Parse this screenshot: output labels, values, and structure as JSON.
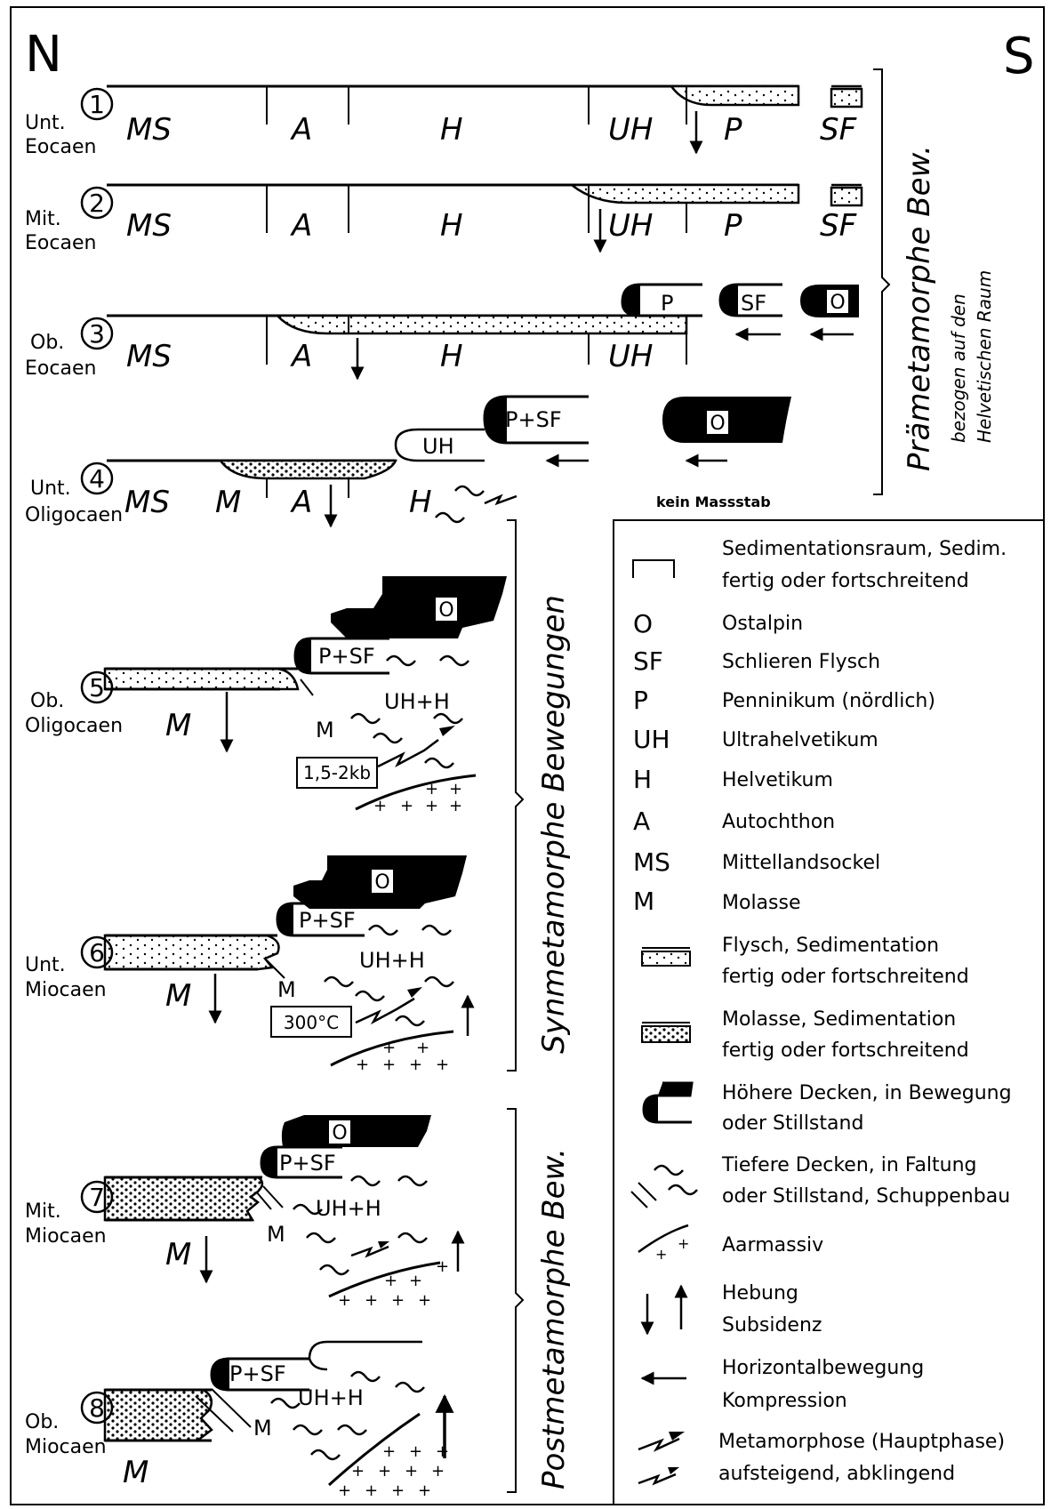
{
  "compass": {
    "north": "N",
    "south": "S"
  },
  "stages": [
    {
      "num": "1",
      "label1": "Unt.",
      "label2": "Eocaen"
    },
    {
      "num": "2",
      "label1": "Mit.",
      "label2": "Eocaen"
    },
    {
      "num": "3",
      "label1": "Ob.",
      "label2": "Eocaen"
    },
    {
      "num": "4",
      "label1": "Unt.",
      "label2": "Oligocaen"
    },
    {
      "num": "5",
      "label1": "Ob.",
      "label2": "Oligocaen"
    },
    {
      "num": "6",
      "label1": "Unt.",
      "label2": "Miocaen"
    },
    {
      "num": "7",
      "label1": "Mit.",
      "label2": "Miocaen"
    },
    {
      "num": "8",
      "label1": "Ob.",
      "label2": "Miocaen"
    }
  ],
  "units": {
    "MS": "MS",
    "A": "A",
    "H": "H",
    "UH": "UH",
    "P": "P",
    "SF": "SF",
    "O": "O",
    "M": "M",
    "P_SF": "P+SF",
    "UH_H": "UH+H"
  },
  "annotations": {
    "no_scale": "kein Massstab",
    "pressure": "1,5-2kb",
    "temperature": "300°C"
  },
  "phases": {
    "pre_title": "Prämetamorphe Bew.",
    "pre_sub1": "bezogen auf den",
    "pre_sub2": "Helvetischen Raum",
    "syn_title": "Synmetamorphe Bewegungen",
    "post_title": "Postmetamorphe Bew."
  },
  "legend": [
    {
      "sym": "basin-icon",
      "text1": "Sedimentationsraum, Sedim.",
      "text2": "fertig oder fortschreitend"
    },
    {
      "sym": "O",
      "text1": "Ostalpin",
      "text2": ""
    },
    {
      "sym": "SF",
      "text1": "Schlieren Flysch",
      "text2": ""
    },
    {
      "sym": "P",
      "text1": "Penninikum  (nördlich)",
      "text2": ""
    },
    {
      "sym": "UH",
      "text1": "Ultrahelvetikum",
      "text2": ""
    },
    {
      "sym": "H",
      "text1": "Helvetikum",
      "text2": ""
    },
    {
      "sym": "A",
      "text1": "Autochthon",
      "text2": ""
    },
    {
      "sym": "MS",
      "text1": "Mittellandsockel",
      "text2": ""
    },
    {
      "sym": "M",
      "text1": "Molasse",
      "text2": ""
    },
    {
      "sym": "flysch-box-icon",
      "text1": "Flysch,   Sedimentation",
      "text2": "fertig oder fortschreitend"
    },
    {
      "sym": "molasse-box-icon",
      "text1": "Molasse,   Sedimentation",
      "text2": "fertig oder fortschreitend"
    },
    {
      "sym": "nappe-icon",
      "text1": "Höhere Decken,  in Bewegung",
      "text2": "oder Stillstand"
    },
    {
      "sym": "fold-icon",
      "text1": "Tiefere Decken,  in Faltung",
      "text2": "oder Stillstand, Schuppenbau"
    },
    {
      "sym": "massif-icon",
      "text1": "Aarmassiv",
      "text2": ""
    },
    {
      "sym": "uplift-icon",
      "text1": "Hebung",
      "text2": "Subsidenz"
    },
    {
      "sym": "arrow-left-icon",
      "text1": "Horizontalbewegung",
      "text2": "Kompression"
    },
    {
      "sym": "metamorphism-icon",
      "text1": "Metamorphose  (Hauptphase)",
      "text2": "aufsteigend,  abklingend"
    }
  ]
}
